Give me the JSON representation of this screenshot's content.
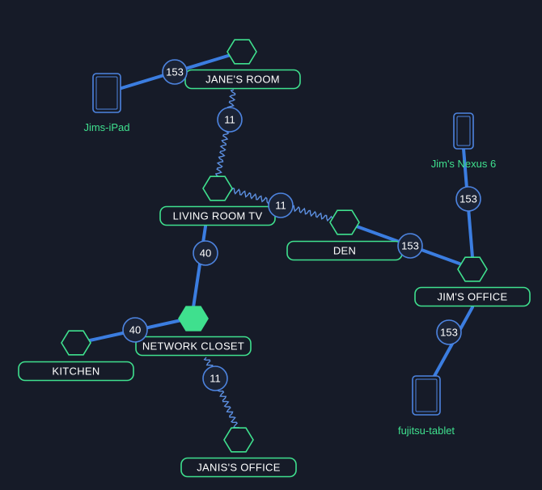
{
  "colors": {
    "background": "#161b28",
    "wired_link": "#3b7de0",
    "wireless_link": "#5c8fe0",
    "node_outline": "#3fe08e",
    "node_active_fill": "#3fe08e",
    "node_fill": "#161b28",
    "badge_fill": "#1b2335",
    "badge_stroke": "#4d84e0",
    "device_outline": "#4d84e0",
    "client_label": "#3fe08e",
    "label_text": "#ffffff"
  },
  "nodes": [
    {
      "id": "janes-room",
      "label": "JANE'S ROOM",
      "active": false
    },
    {
      "id": "living-room-tv",
      "label": "LIVING ROOM TV",
      "active": false
    },
    {
      "id": "den",
      "label": "DEN",
      "active": false
    },
    {
      "id": "jims-office",
      "label": "JIM'S OFFICE",
      "active": false
    },
    {
      "id": "network-closet",
      "label": "NETWORK CLOSET",
      "active": true
    },
    {
      "id": "kitchen",
      "label": "KITCHEN",
      "active": false
    },
    {
      "id": "janiss-office",
      "label": "JANIS'S OFFICE",
      "active": false
    }
  ],
  "clients": [
    {
      "id": "jims-ipad",
      "label": "Jims-iPad",
      "device": "tablet",
      "icon": "tablet-icon"
    },
    {
      "id": "jims-nexus-6",
      "label": "Jim's Nexus 6",
      "device": "phone",
      "icon": "phone-icon"
    },
    {
      "id": "fujitsu-tablet",
      "label": "fujitsu-tablet",
      "device": "tablet",
      "icon": "tablet-icon"
    }
  ],
  "links": [
    {
      "id": "ipad-janes",
      "from": "jims-ipad",
      "to": "janes-room",
      "type": "wired",
      "label": "153"
    },
    {
      "id": "janes-living",
      "from": "janes-room",
      "to": "living-room-tv",
      "type": "wireless",
      "label": "11"
    },
    {
      "id": "living-den",
      "from": "living-room-tv",
      "to": "den",
      "type": "wireless",
      "label": "11"
    },
    {
      "id": "den-jims",
      "from": "den",
      "to": "jims-office",
      "type": "wired",
      "label": "153"
    },
    {
      "id": "nexus-jims",
      "from": "jims-nexus-6",
      "to": "jims-office",
      "type": "wired",
      "label": "153"
    },
    {
      "id": "jims-fujitsu",
      "from": "jims-office",
      "to": "fujitsu-tablet",
      "type": "wired",
      "label": "153"
    },
    {
      "id": "living-closet",
      "from": "living-room-tv",
      "to": "network-closet",
      "type": "wired",
      "label": "40"
    },
    {
      "id": "closet-kitchen",
      "from": "network-closet",
      "to": "kitchen",
      "type": "wired",
      "label": "40"
    },
    {
      "id": "closet-janis",
      "from": "network-closet",
      "to": "janiss-office",
      "type": "wireless",
      "label": "11"
    }
  ]
}
